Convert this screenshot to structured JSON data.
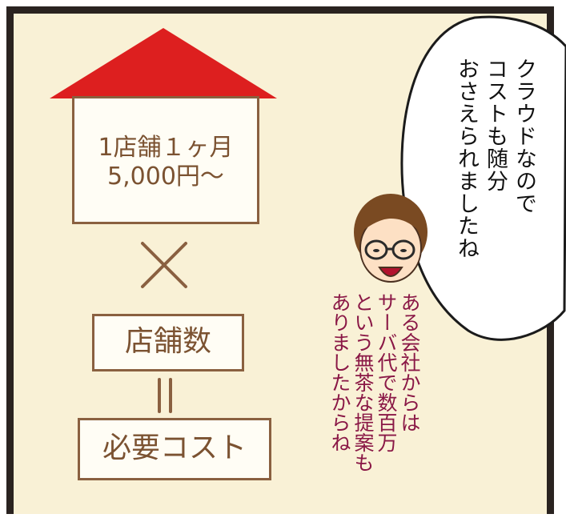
{
  "house_card": {
    "line1": "1店舗１ヶ月",
    "line2": "5,000円〜"
  },
  "operator_multiply": "×",
  "label_stores": "店舗数",
  "operator_equals": "＝",
  "label_cost": "必要コスト",
  "speech_bubble": {
    "text": "クラウドなので\nコストも随分\nおさえられましたね"
  },
  "aside_note": {
    "text": "ある会社からは\nサーバ代で数百万\nという無茶な提案も\nありましたからね"
  },
  "colors": {
    "background": "#f9f1d6",
    "roof": "#dd1f1f",
    "line_brown": "#8a6040",
    "aside_text": "#8a1846"
  }
}
